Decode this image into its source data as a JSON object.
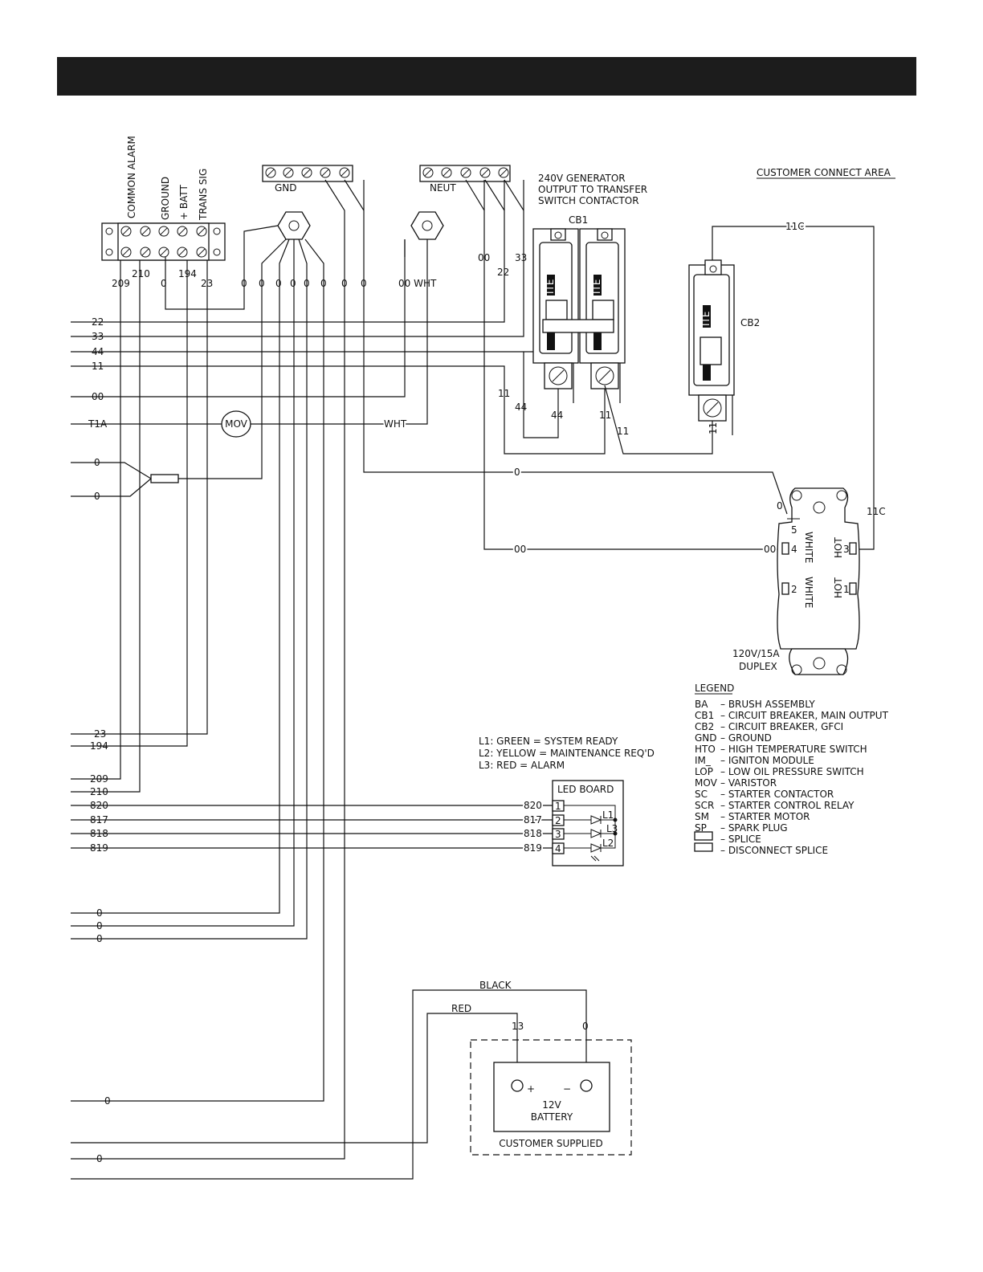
{
  "colors": {
    "header": "#1c1c1c",
    "line": "#111111"
  },
  "terminal_strip_labels": [
    "COMMON ALARM",
    "GROUND",
    "+ BATT",
    "TRANS SIG"
  ],
  "terminal_strip_wires": [
    "209",
    "210",
    "0",
    "194",
    "23"
  ],
  "gnd_label": "GND",
  "neut_label": "NEUT",
  "gnd_wires": [
    "0",
    "0",
    "0",
    "0",
    "0",
    "0",
    "0",
    "0"
  ],
  "neut_wires": [
    "00 WHT",
    "00",
    "22",
    "33"
  ],
  "generator_output_lines": [
    "240V GENERATOR",
    "OUTPUT TO TRANSFER",
    "SWITCH CONTACTOR"
  ],
  "cb1_label": "CB1",
  "cb2_label": "CB2",
  "breaker_brand": "ITE",
  "customer_connect": "CUSTOMER CONNECT AREA",
  "left_wires": [
    "22",
    "33",
    "44",
    "11",
    "00",
    "T1A",
    "0",
    "0",
    "23",
    "194",
    "209",
    "210",
    "820",
    "817",
    "818",
    "819",
    "0",
    "0",
    "0",
    "0",
    "0"
  ],
  "mov_label": "MOV",
  "wht_label": "WHT",
  "breaker_wires": [
    "11",
    "44",
    "44",
    "11",
    "11",
    "11",
    "11C",
    "11C"
  ],
  "outlet_wires": [
    "0",
    "00",
    "00"
  ],
  "outlet": {
    "terminals": [
      "5",
      "4",
      "3",
      "2",
      "1"
    ],
    "white": "WHITE",
    "hot": "HOT",
    "rating": "120V/15A",
    "type": "DUPLEX"
  },
  "led_legend": [
    "L1:  GREEN = SYSTEM READY",
    "L2:  YELLOW = MAINTENANCE REQ'D",
    "L3:  RED = ALARM"
  ],
  "led_board": {
    "title": "LED BOARD",
    "pins": [
      "1",
      "2",
      "3",
      "4"
    ],
    "wires": [
      "820",
      "817",
      "818",
      "819"
    ],
    "leds": [
      "L1",
      "L3",
      "L2"
    ]
  },
  "legend_title": "LEGEND",
  "legend_items": [
    [
      "BA",
      "BRUSH ASSEMBLY"
    ],
    [
      "CB1",
      "CIRCUIT BREAKER, MAIN OUTPUT"
    ],
    [
      "CB2",
      "CIRCUIT BREAKER, GFCI"
    ],
    [
      "GND",
      "GROUND"
    ],
    [
      "HTO",
      "HIGH TEMPERATURE SWITCH"
    ],
    [
      "IM_",
      "IGNITON MODULE"
    ],
    [
      "LOP",
      "LOW OIL PRESSURE SWITCH"
    ],
    [
      "MOV",
      "VARISTOR"
    ],
    [
      "SC",
      "STARTER CONTACTOR"
    ],
    [
      "SCR",
      "STARTER CONTROL RELAY"
    ],
    [
      "SM",
      "STARTER MOTOR"
    ],
    [
      "SP_",
      "SPARK PLUG"
    ],
    [
      "",
      "SPLICE"
    ],
    [
      "",
      "DISCONNECT SPLICE"
    ]
  ],
  "battery": {
    "black": "BLACK",
    "red": "RED",
    "pos_wire": "13",
    "neg_wire": "0",
    "plus": "+",
    "minus": "−",
    "voltage": "12V",
    "name": "BATTERY",
    "supplied": "CUSTOMER SUPPLIED"
  }
}
